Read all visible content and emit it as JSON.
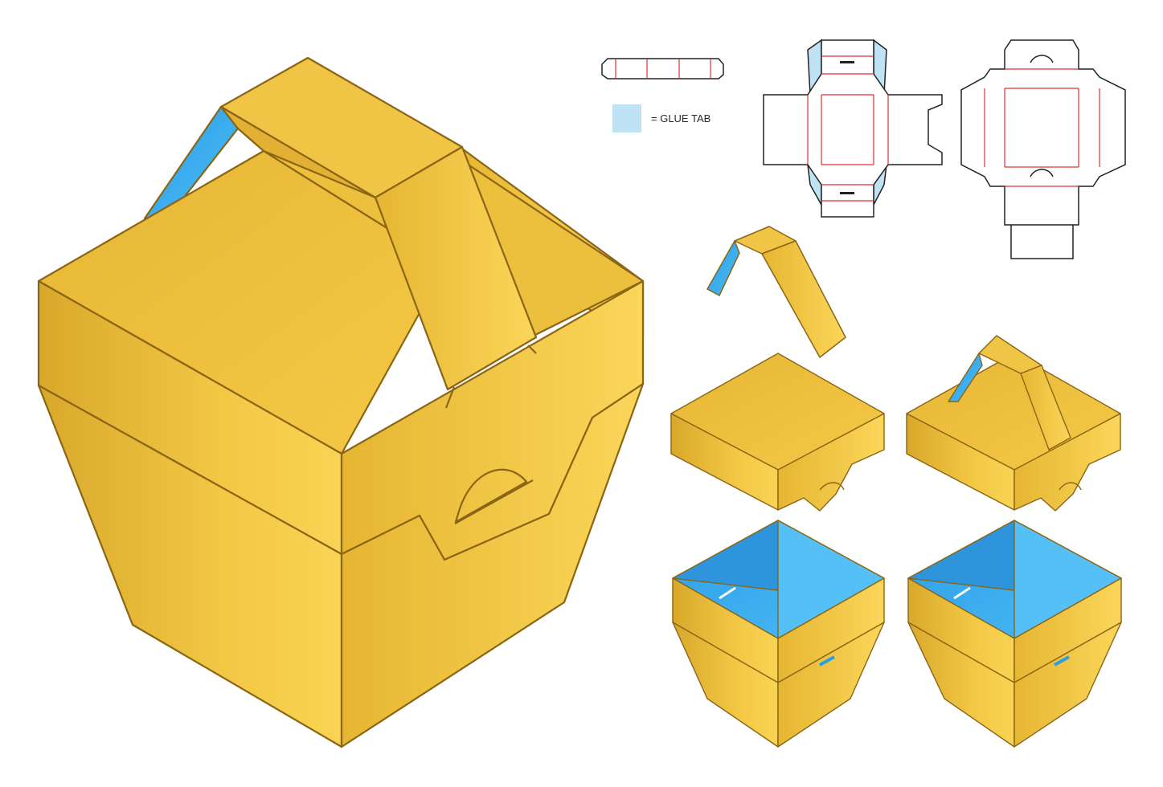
{
  "legend": {
    "label": "= GLUE TAB",
    "swatch_color": "#bfe3f5"
  },
  "colors": {
    "board": "#e9b83a",
    "board_light": "#f6cf4c",
    "board_dark": "#d3a227",
    "outline": "#8a6515",
    "glue_blue": "#2aa0e4",
    "inner_blue": "#3aaaf0",
    "inner_blue_dark": "#2490db",
    "dieline_cut": "#222222",
    "dieline_fold": "#d9332f",
    "glue_tab": "#bfe3f5"
  },
  "views": [
    {
      "id": "assembled-box-large",
      "icon": "box-with-handle"
    },
    {
      "id": "handle-strip-net",
      "icon": "dieline"
    },
    {
      "id": "base-net",
      "icon": "dieline"
    },
    {
      "id": "lid-net",
      "icon": "dieline"
    },
    {
      "id": "handle-strap-3d",
      "icon": "handle"
    },
    {
      "id": "lid-3d",
      "icon": "lid"
    },
    {
      "id": "lid-with-handle-3d",
      "icon": "lid-with-handle"
    },
    {
      "id": "base-open-3d-left",
      "icon": "open-tray"
    },
    {
      "id": "base-open-3d-right",
      "icon": "open-tray"
    }
  ]
}
